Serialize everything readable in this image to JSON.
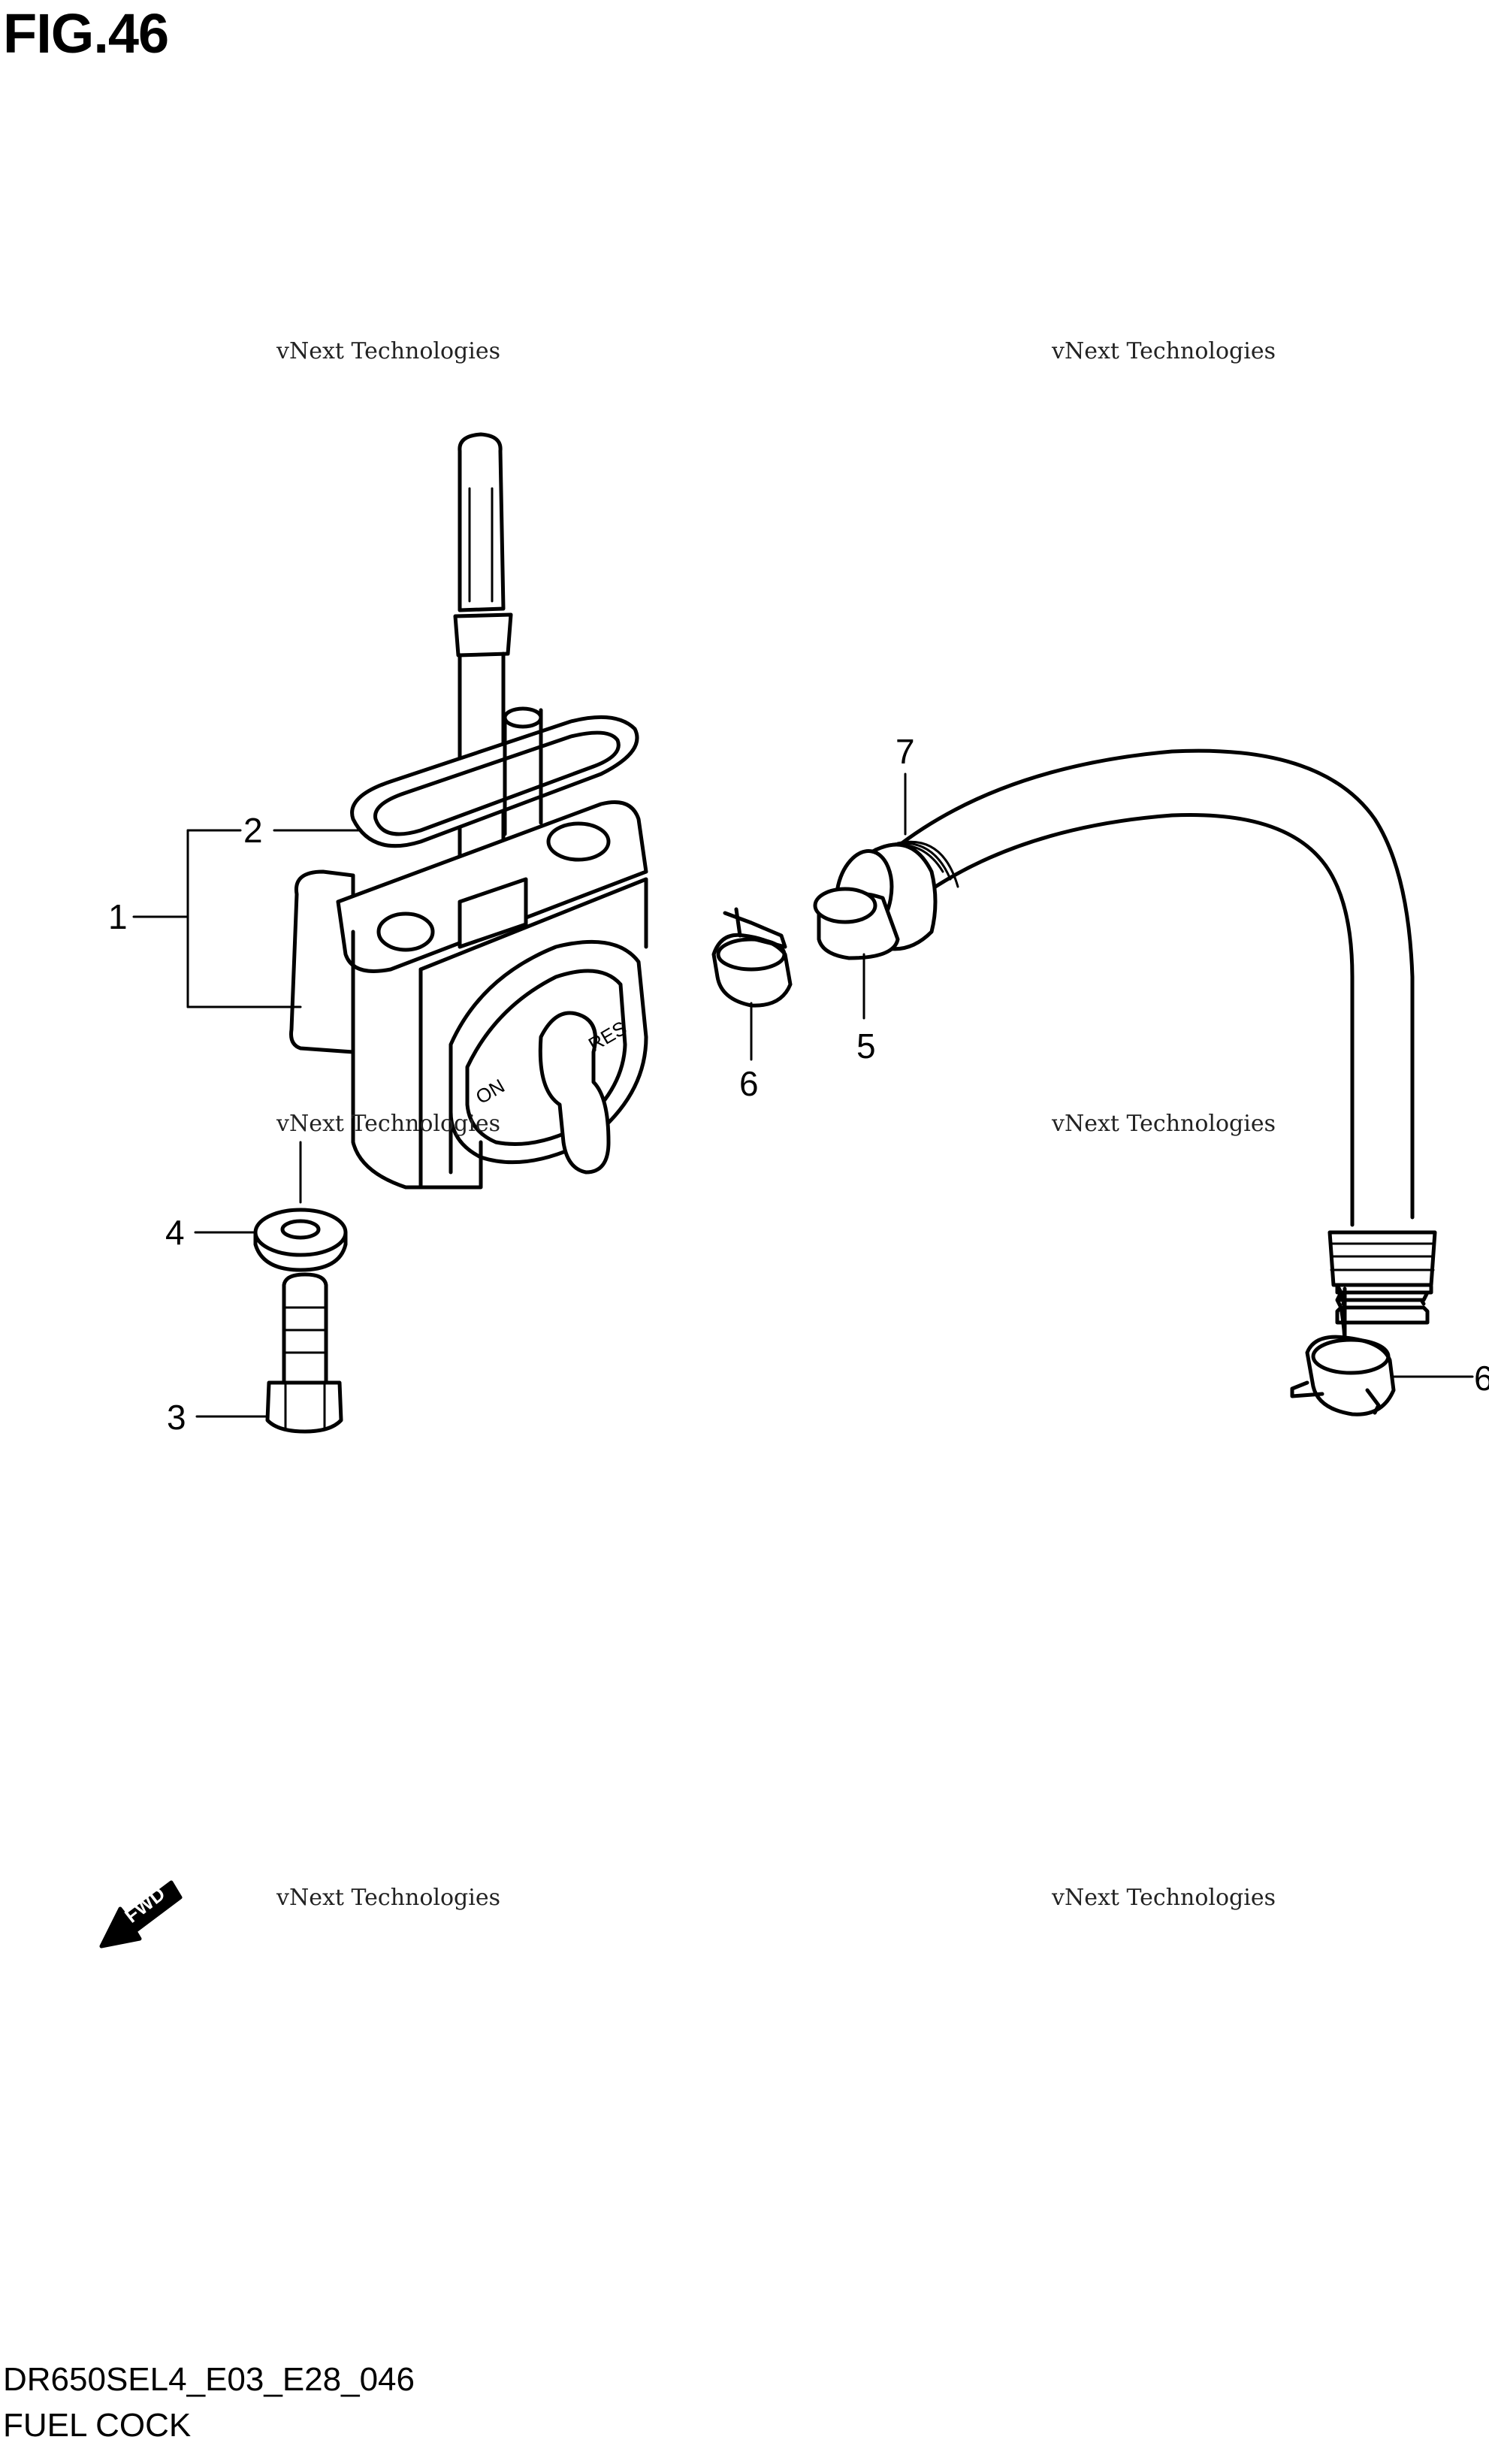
{
  "figure": {
    "title": "FIG.46"
  },
  "footer": {
    "code": "DR650SEL4_E03_E28_046",
    "name": "FUEL COCK"
  },
  "watermark": {
    "line1": "vNext Technologies",
    "line2": "Technologies"
  },
  "callouts": {
    "c1": "1",
    "c2": "2",
    "c3": "3",
    "c4": "4",
    "c5": "5",
    "c6a": "6",
    "c6b": "6",
    "c7": "7"
  },
  "fwd_label": "FWD"
}
